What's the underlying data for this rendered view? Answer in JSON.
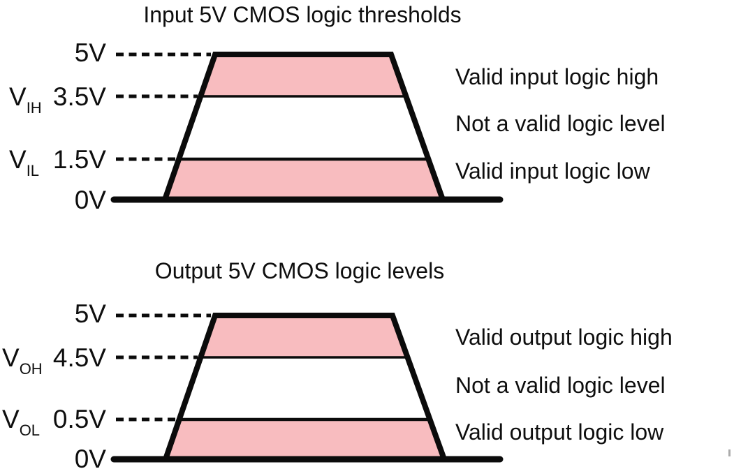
{
  "figure": {
    "background": "#ffffff",
    "colors": {
      "band_fill": "#f8bcbf",
      "band_edge": "#7a2121",
      "line_color": "#0b0b0b",
      "artifact_gray": "#ababab"
    },
    "diagrams": [
      {
        "title": "Input 5V CMOS logic thresholds",
        "levels": [
          {
            "value": "5V"
          },
          {
            "prefix": "V",
            "sub": "IH",
            "value": "3.5V"
          },
          {
            "prefix": "V",
            "sub": "IL",
            "value": "1.5V"
          },
          {
            "value": "0V"
          }
        ],
        "annotations": [
          "Valid input logic high",
          "Not a valid logic level",
          "Valid input logic low"
        ]
      },
      {
        "title": "Output 5V CMOS logic levels",
        "levels": [
          {
            "value": "5V"
          },
          {
            "prefix": "V",
            "sub": "OH",
            "value": "4.5V"
          },
          {
            "prefix": "V",
            "sub": "OL",
            "value": "0.5V"
          },
          {
            "value": "0V"
          }
        ],
        "annotations": [
          "Valid output logic high",
          "Not a valid logic level",
          "Valid output logic low"
        ]
      }
    ]
  }
}
